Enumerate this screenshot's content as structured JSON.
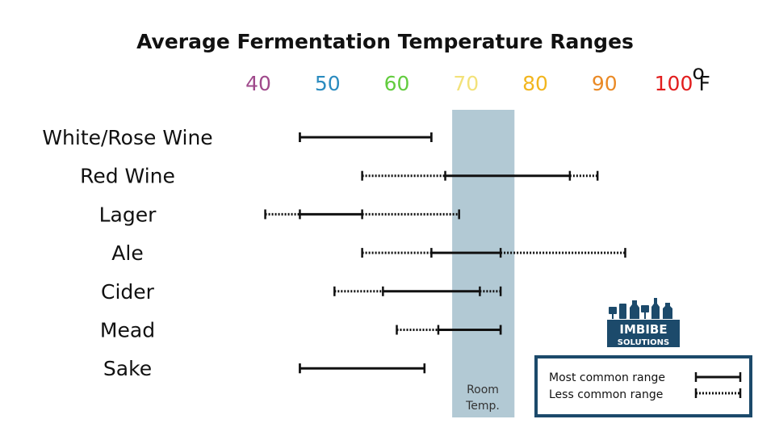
{
  "chart_data": {
    "type": "range",
    "title": "Average Fermentation Temperature Ranges",
    "x_ticks": [
      {
        "label": "40",
        "value": 40,
        "color": "#a04a8c"
      },
      {
        "label": "50",
        "value": 50,
        "color": "#2a8bbf"
      },
      {
        "label": "60",
        "value": 60,
        "color": "#62cc3e"
      },
      {
        "label": "70",
        "value": 70,
        "color": "#f3e27a"
      },
      {
        "label": "80",
        "value": 80,
        "color": "#f2b61f"
      },
      {
        "label": "90",
        "value": 90,
        "color": "#ea8a26"
      },
      {
        "label": "100",
        "value": 100,
        "color": "#e21d1d"
      }
    ],
    "unit_degree": "o",
    "unit_letter": "F",
    "xlim": [
      40,
      100
    ],
    "room_temp": {
      "label_line1": "Room",
      "label_line2": "Temp.",
      "min": 68,
      "max": 77,
      "color": "#b2c9d4"
    },
    "categories": [
      "White/Rose Wine",
      "Red Wine",
      "Lager",
      "Ale",
      "Cider",
      "Mead",
      "Sake"
    ],
    "rows": [
      {
        "name": "White/Rose Wine",
        "less_min": null,
        "common_min": 46,
        "common_max": 65,
        "less_max": null
      },
      {
        "name": "Red Wine",
        "less_min": 55,
        "common_min": 67,
        "common_max": 85,
        "less_max": 89
      },
      {
        "name": "Lager",
        "less_min": 41,
        "common_min": 46,
        "common_max": 55,
        "less_max": 69
      },
      {
        "name": "Ale",
        "less_min": 55,
        "common_min": 65,
        "common_max": 75,
        "less_max": 93
      },
      {
        "name": "Cider",
        "less_min": 51,
        "common_min": 58,
        "common_max": 72,
        "less_max": 75
      },
      {
        "name": "Mead",
        "less_min": 60,
        "common_min": 66,
        "common_max": 75,
        "less_max": null
      },
      {
        "name": "Sake",
        "less_min": null,
        "common_min": 46,
        "common_max": 64,
        "less_max": null
      }
    ]
  },
  "legend": {
    "most_common": "Most common range",
    "less_common": "Less common range",
    "border_color": "#1c4a6b"
  },
  "logo": {
    "line1": "IMBIBE",
    "line2": "SOLUTIONS",
    "color": "#1c4a6b"
  }
}
